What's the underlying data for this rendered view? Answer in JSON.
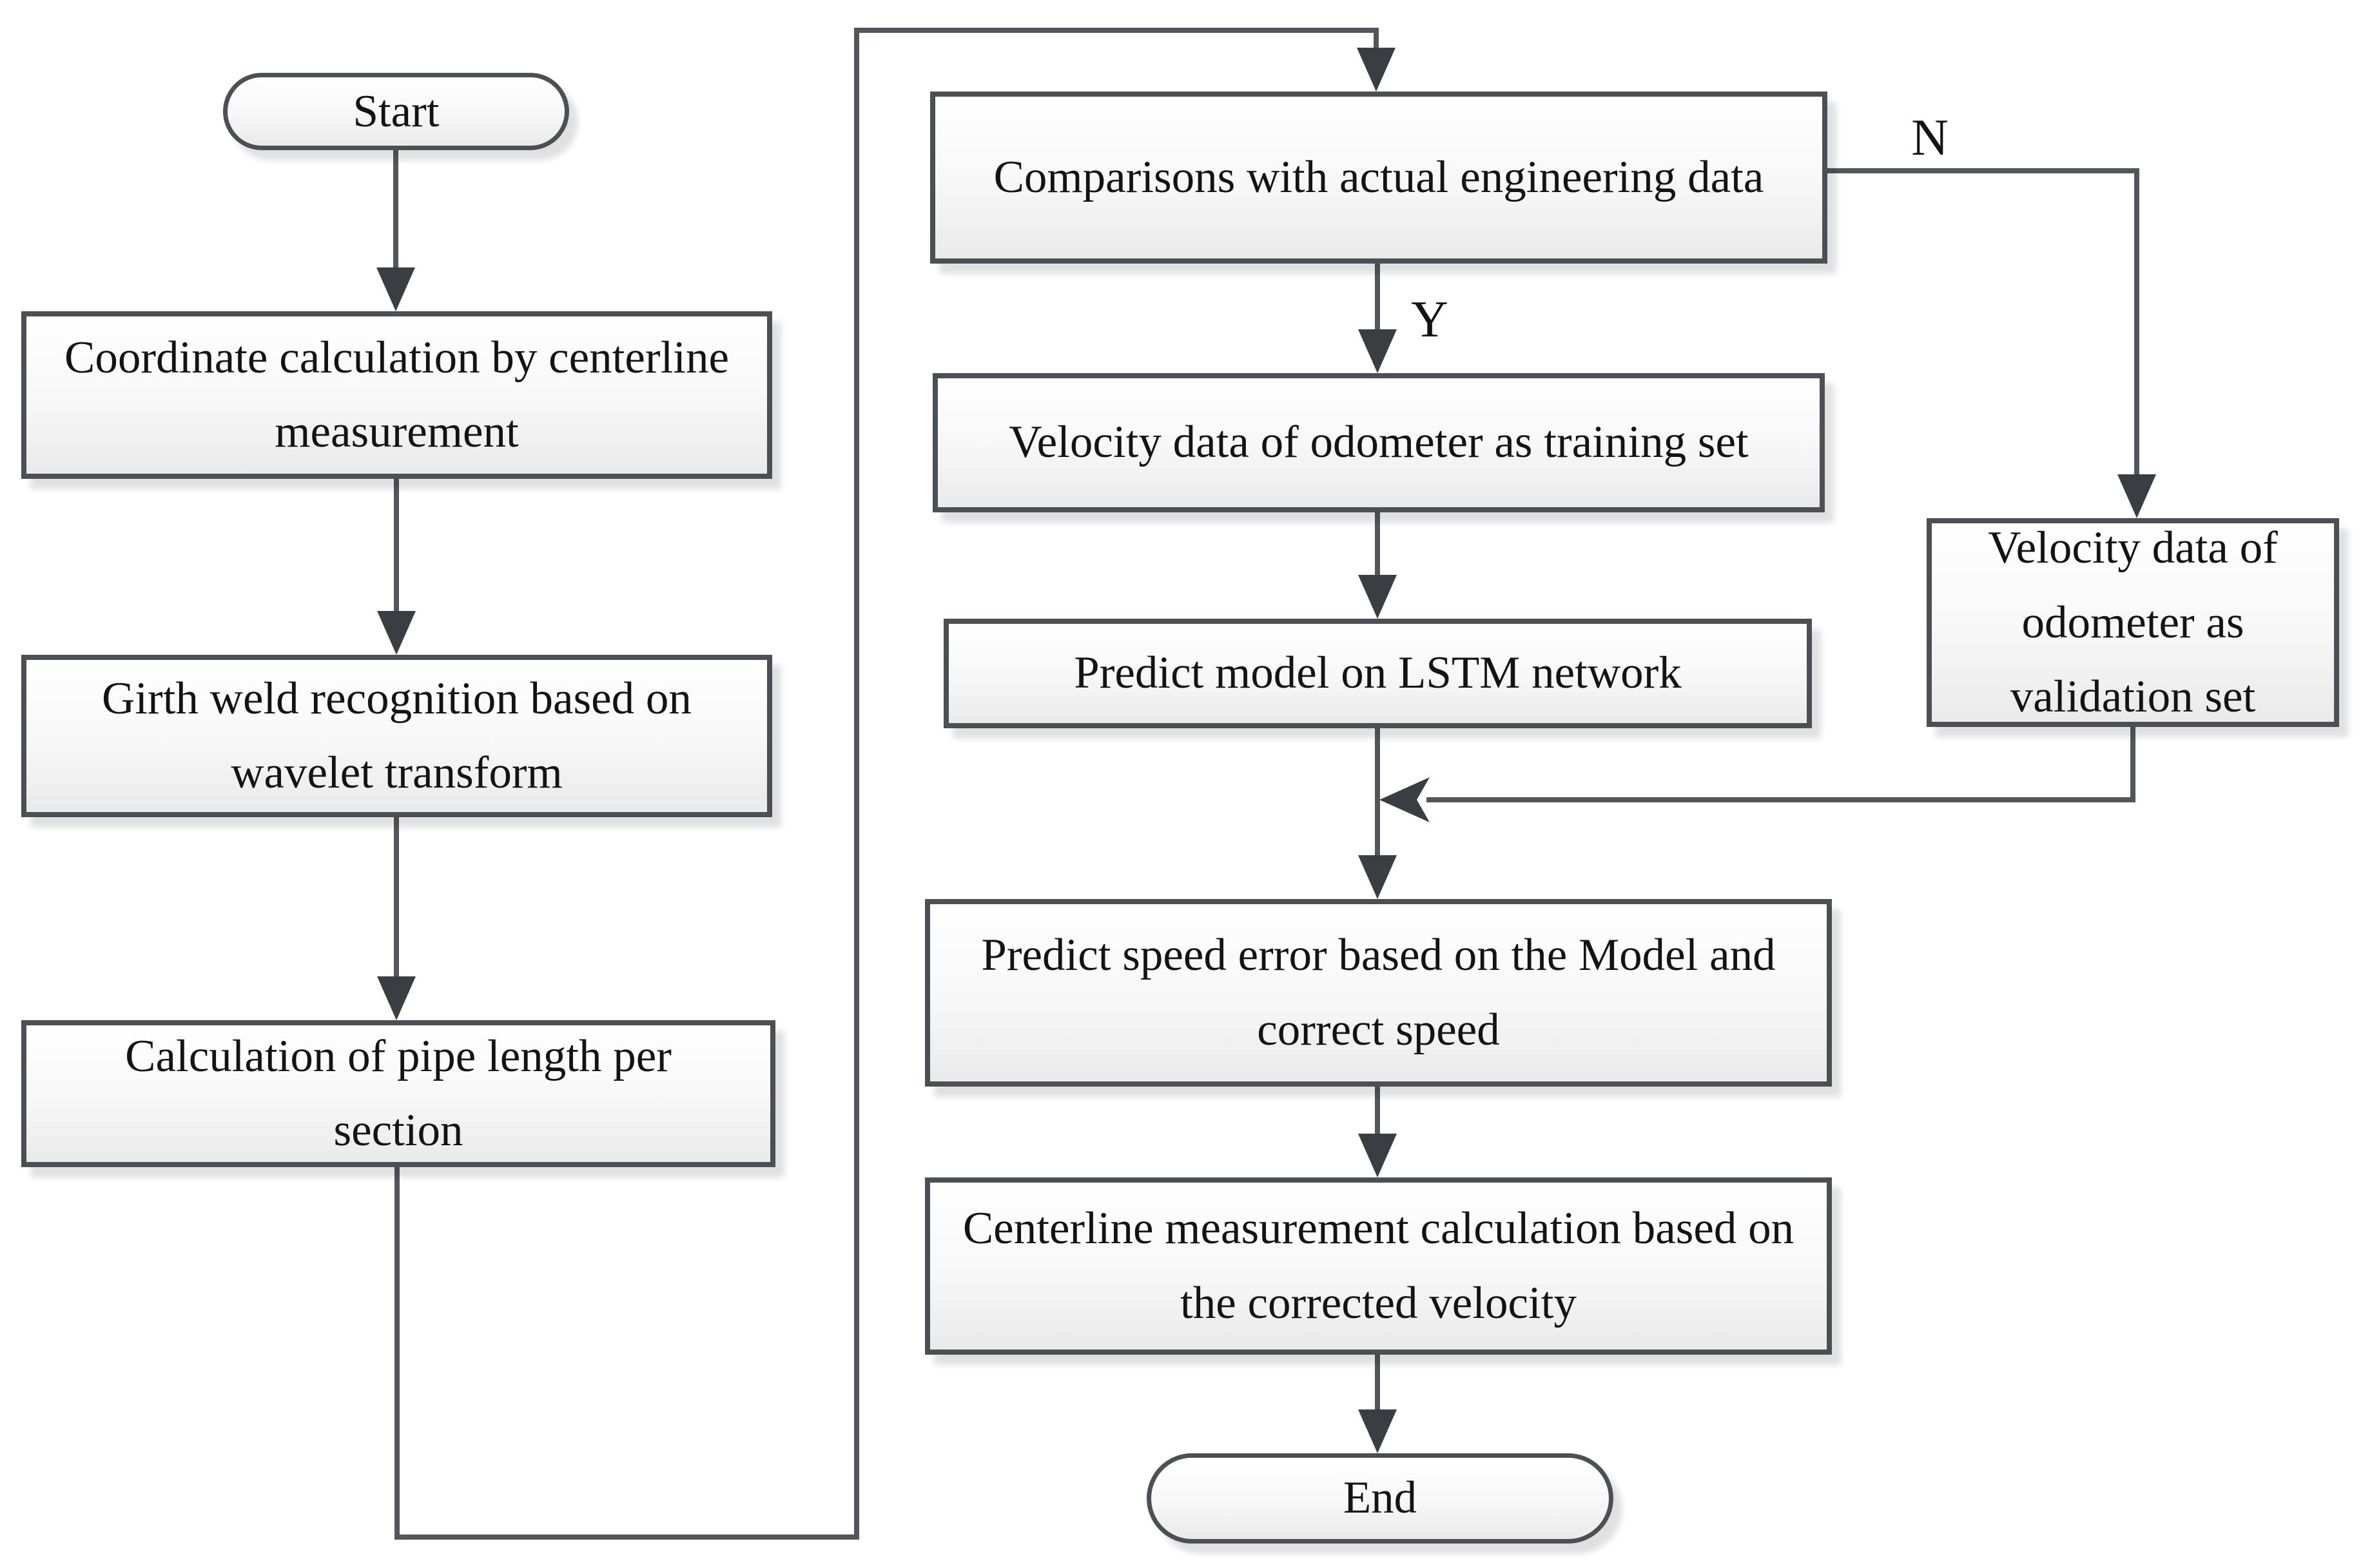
{
  "flowchart": {
    "nodes": [
      {
        "id": "start",
        "type": "terminator",
        "label": "Start"
      },
      {
        "id": "coordinate-calculation",
        "type": "process",
        "label": "Coordinate calculation by centerline measurement"
      },
      {
        "id": "girth-weld-recognition",
        "type": "process",
        "label": "Girth weld recognition based on wavelet transform"
      },
      {
        "id": "pipe-length-calculation",
        "type": "process",
        "label": "Calculation of pipe length per section"
      },
      {
        "id": "comparisons",
        "type": "process",
        "label": "Comparisons with actual engineering data"
      },
      {
        "id": "training-set",
        "type": "process",
        "label": "Velocity data of odometer as training set"
      },
      {
        "id": "lstm-model",
        "type": "process",
        "label": "Predict model on LSTM network"
      },
      {
        "id": "validation-set",
        "type": "process",
        "label": "Velocity data of odometer as validation set"
      },
      {
        "id": "predict-speed-error",
        "type": "process",
        "label": "Predict speed error based on the Model and correct speed"
      },
      {
        "id": "centerline-measurement",
        "type": "process",
        "label": "Centerline measurement calculation based on the corrected velocity"
      },
      {
        "id": "end",
        "type": "terminator",
        "label": "End"
      }
    ],
    "branch_labels": {
      "yes": "Y",
      "no": "N"
    },
    "edges": [
      {
        "from": "start",
        "to": "coordinate-calculation",
        "label": ""
      },
      {
        "from": "coordinate-calculation",
        "to": "girth-weld-recognition",
        "label": ""
      },
      {
        "from": "girth-weld-recognition",
        "to": "pipe-length-calculation",
        "label": ""
      },
      {
        "from": "pipe-length-calculation",
        "to": "comparisons",
        "label": ""
      },
      {
        "from": "comparisons",
        "to": "training-set",
        "label": "Y"
      },
      {
        "from": "comparisons",
        "to": "validation-set",
        "label": "N"
      },
      {
        "from": "training-set",
        "to": "lstm-model",
        "label": ""
      },
      {
        "from": "lstm-model",
        "to": "predict-speed-error",
        "label": ""
      },
      {
        "from": "validation-set",
        "to": "predict-speed-error",
        "label": ""
      },
      {
        "from": "predict-speed-error",
        "to": "centerline-measurement",
        "label": ""
      },
      {
        "from": "centerline-measurement",
        "to": "end",
        "label": ""
      }
    ],
    "colors": {
      "background": "#ffffff",
      "box_border": "#4c5054",
      "box_fill_top": "#ffffff",
      "box_fill_bottom": "#eaeaea",
      "connector": "#53575b",
      "arrowhead": "#3a3e42",
      "text": "#131313"
    }
  }
}
